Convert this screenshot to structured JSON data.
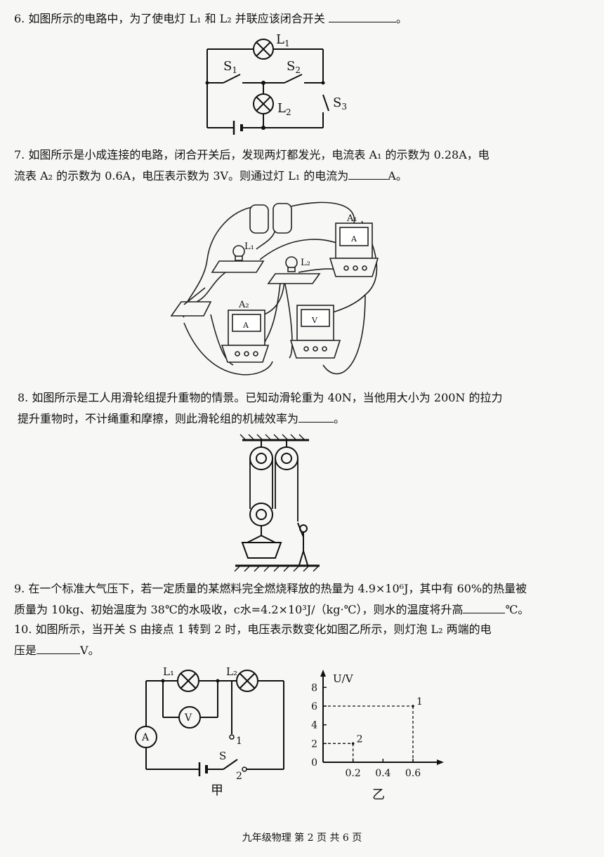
{
  "q6": {
    "number": "6.",
    "text": "如图所示的电路中，为了使电灯 L₁ 和 L₂ 并联应该闭合开关",
    "end": "。",
    "labels": {
      "L1": "L",
      "L1sub": "1",
      "L2": "L",
      "L2sub": "2",
      "S1": "S",
      "S1sub": "1",
      "S2": "S",
      "S2sub": "2",
      "S3": "S",
      "S3sub": "3"
    }
  },
  "q7": {
    "number": "7.",
    "line1": "如图所示是小成连接的电路，闭合开关后，发现两灯都发光，电流表 A₁ 的示数为 0.28A，电",
    "line2a": "流表 A₂ 的示数为 0.6A，电压表示数为 3V。则通过灯 L₁ 的电流为",
    "line2b": "A。",
    "labels": {
      "A1": "A₁",
      "L1": "L₁",
      "L2": "L₂",
      "A2": "A₂",
      "meterA": "A",
      "meterV": "V"
    }
  },
  "q8": {
    "number": "8.",
    "line1": "如图所示是工人用滑轮组提升重物的情景。已知动滑轮重为 40N，当他用大小为 200N 的拉力",
    "line2": "提升重物时，不计绳重和摩擦，则此滑轮组的机械效率为",
    "end": "。"
  },
  "q9": {
    "number": "9.",
    "line1": "在一个标准大气压下，若一定质量的某燃料完全燃烧释放的热量为 4.9×10⁶J，其中有 60%的热量被",
    "line2a": "质量为 10kg、初始温度为 38℃的水吸收，c水=4.2×10³J/（kg·℃），则水的温度将升高",
    "line2b": "℃。"
  },
  "q10": {
    "number": "10.",
    "line1": "如图所示，当开关 S 由接点 1 转到 2 时，电压表示数变化如图乙所示，则灯泡 L₂ 两端的电",
    "line2a": "压是",
    "line2b": "V。",
    "circuit": {
      "L1": "L₁",
      "L2": "L₂",
      "V": "V",
      "A": "A",
      "S": "S",
      "p1": "1",
      "p2": "2",
      "caption": "甲"
    },
    "graph_caption": "乙"
  },
  "chart_data": {
    "type": "scatter",
    "title": "",
    "xlabel": "",
    "ylabel": "U/V",
    "xlim": [
      0,
      0.75
    ],
    "ylim": [
      0,
      9
    ],
    "x_ticks": [
      "0.2",
      "0.4",
      "0.6"
    ],
    "x_tick_values": [
      0.2,
      0.4,
      0.6
    ],
    "y_ticks": [
      "0",
      "2",
      "4",
      "6",
      "8"
    ],
    "y_tick_values": [
      0,
      2,
      4,
      6,
      8
    ],
    "points": [
      {
        "label": "1",
        "x": 0.6,
        "y": 6
      },
      {
        "label": "2",
        "x": 0.2,
        "y": 2
      }
    ],
    "grid": false
  },
  "footer": "九年级物理   第 2 页 共 6 页"
}
